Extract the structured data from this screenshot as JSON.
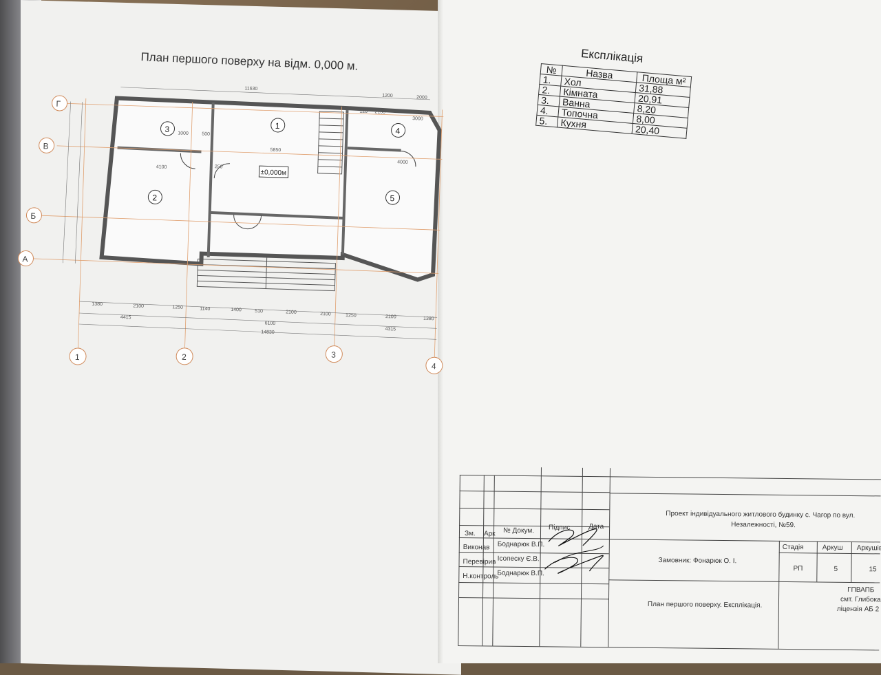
{
  "plan": {
    "title": "План першого поверху на відм. 0,000 м.",
    "level_mark": "±0,000м",
    "rooms": [
      "1",
      "2",
      "3",
      "4",
      "5"
    ],
    "axes_letters": [
      "Г",
      "В",
      "Б",
      "А"
    ],
    "axes_numbers": [
      "1",
      "2",
      "3",
      "4"
    ],
    "dims_top": [
      "11630",
      "1200",
      "2000"
    ],
    "dims_bottom_row1": [
      "1380",
      "2100",
      "1250",
      "1140",
      "1400",
      "510",
      "2100",
      "2100",
      "1250",
      "2100",
      "1380"
    ],
    "dims_bottom_row2": [
      "4415",
      "6100",
      "4315"
    ],
    "dims_bottom_total": "14830",
    "dims_inner": [
      "1000",
      "500",
      "4100",
      "5850",
      "4000",
      "120",
      "2130",
      "3000",
      "250"
    ]
  },
  "explication": {
    "title": "Експлікація",
    "headers": [
      "№",
      "Назва",
      "Площа м²"
    ],
    "rows": [
      {
        "num": "1.",
        "name": "Хол",
        "area": "31,88"
      },
      {
        "num": "2.",
        "name": "Кімната",
        "area": "20,91"
      },
      {
        "num": "3.",
        "name": "Ванна",
        "area": "8,20"
      },
      {
        "num": "4.",
        "name": "Топочна",
        "area": "8,00"
      },
      {
        "num": "5.",
        "name": "Кухня",
        "area": "20,40"
      }
    ]
  },
  "stamp": {
    "col_zm": "Зм.",
    "col_ark": "Арк",
    "col_doc": "№ Докум.",
    "col_sign": "Підпис",
    "col_date": "Дата",
    "row1_role": "Виконав",
    "row1_name": "Боднарюк В.П.",
    "row2_role": "Перевірив",
    "row2_name": "Ісопеску Є.В.",
    "row3_role": "Н.контроль",
    "row3_name": "Боднарюк В.П.",
    "project_line1": "Проект індивідуального житлового будинку  с. Чагор  по вул.",
    "project_line2": "Незалежності, №59.",
    "customer": "Замовник:  Фонарюк О. І.",
    "stage_label": "Стадія",
    "sheet_label": "Аркуш",
    "sheets_label": "Аркушів",
    "stage_value": "РП",
    "sheet_value": "5",
    "sheets_value": "15",
    "sheet_title": "План першого поверху. Експлікація.",
    "org_line1": "ГПВАПБ",
    "org_line2": "смт. Глибока",
    "org_line3": "ліцензія АБ  2"
  }
}
